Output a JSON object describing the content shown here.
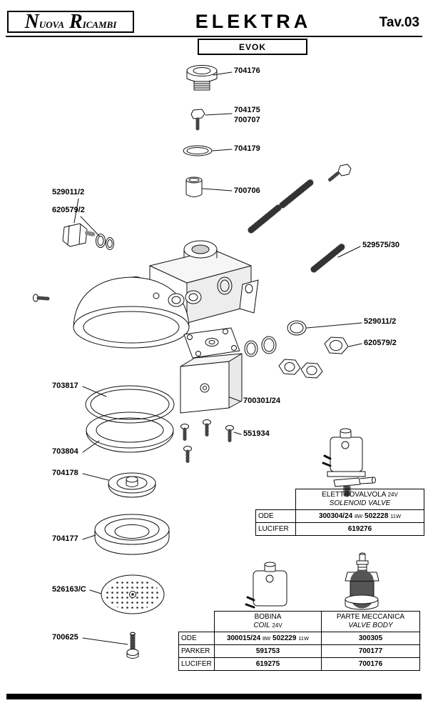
{
  "header": {
    "brand_word1": "Nuova",
    "brand_word2": "Ricambi",
    "title": "ELEKTRA",
    "sheet": "Tav.03",
    "model": "EVOK"
  },
  "part_labels": [
    {
      "id": "704176"
    },
    {
      "id": "704175"
    },
    {
      "id": "700707"
    },
    {
      "id": "704179"
    },
    {
      "id": "700706"
    },
    {
      "id": "529011/2"
    },
    {
      "id": "620579/2"
    },
    {
      "id": "529575/30"
    },
    {
      "id": "529011/2"
    },
    {
      "id": "620579/2"
    },
    {
      "id": "703817"
    },
    {
      "id": "700301/24"
    },
    {
      "id": "551934"
    },
    {
      "id": "703804"
    },
    {
      "id": "704178"
    },
    {
      "id": "704177"
    },
    {
      "id": "526163/C"
    },
    {
      "id": "700625"
    }
  ],
  "solenoid_table": {
    "title_it": "ELETTROVALVOLA",
    "voltage": "24V",
    "title_en": "SOLENOID VALVE",
    "rows": [
      {
        "brand": "ODE",
        "c1": "300304/24",
        "w1": "8W",
        "c2": "502228",
        "w2": "11W"
      },
      {
        "brand": "LUCIFER",
        "c1": "619276",
        "w1": "",
        "c2": "",
        "w2": ""
      }
    ]
  },
  "coil_table": {
    "coil_title_it": "BOBINA",
    "coil_title_en": "COIL",
    "voltage": "24V",
    "body_title_it": "PARTE MECCANICA",
    "body_title_en": "VALVE BODY",
    "rows": [
      {
        "brand": "ODE",
        "c1": "300015/24",
        "w1": "8W",
        "c2": "502229",
        "w2": "11W",
        "body": "300305"
      },
      {
        "brand": "PARKER",
        "c1": "591753",
        "w1": "",
        "c2": "",
        "w2": "",
        "body": "700177"
      },
      {
        "brand": "LUCIFER",
        "c1": "619275",
        "w1": "",
        "c2": "",
        "w2": "",
        "body": "700176"
      }
    ]
  },
  "colors": {
    "ink": "#000000",
    "paper": "#ffffff"
  }
}
